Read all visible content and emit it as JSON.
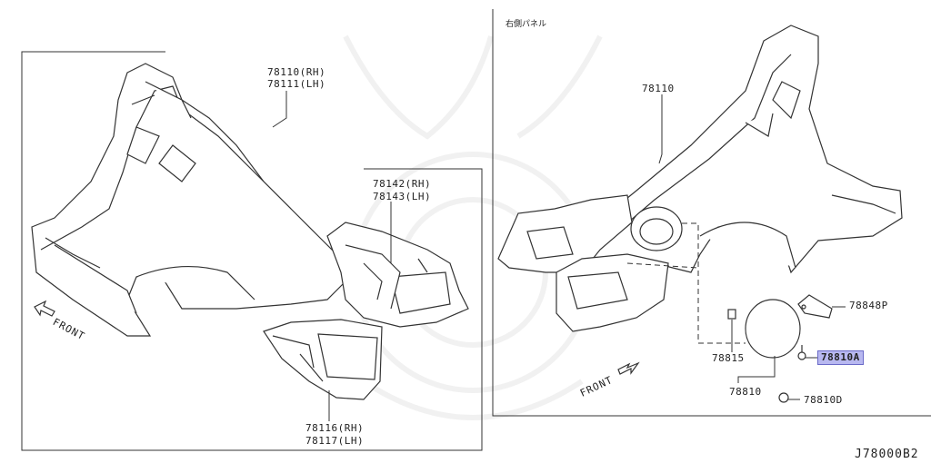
{
  "left_panel": {
    "labels": {
      "p78110": "78110(RH)",
      "p78111": "78111(LH)",
      "p78142": "78142(RH)",
      "p78143": "78143(LH)",
      "p78116": "78116(RH)",
      "p78117": "78117(LH)"
    },
    "front": "FRONT"
  },
  "right_panel": {
    "caption": "右側パネル",
    "labels": {
      "p78110": "78110",
      "p78848P": "78848P",
      "p78810A": "78810A",
      "p78815": "78815",
      "p78810": "78810",
      "p78810D": "78810D"
    },
    "front": "FRONT",
    "highlight_color": "#b8b8f0"
  },
  "diagram_code": "J78000B2"
}
